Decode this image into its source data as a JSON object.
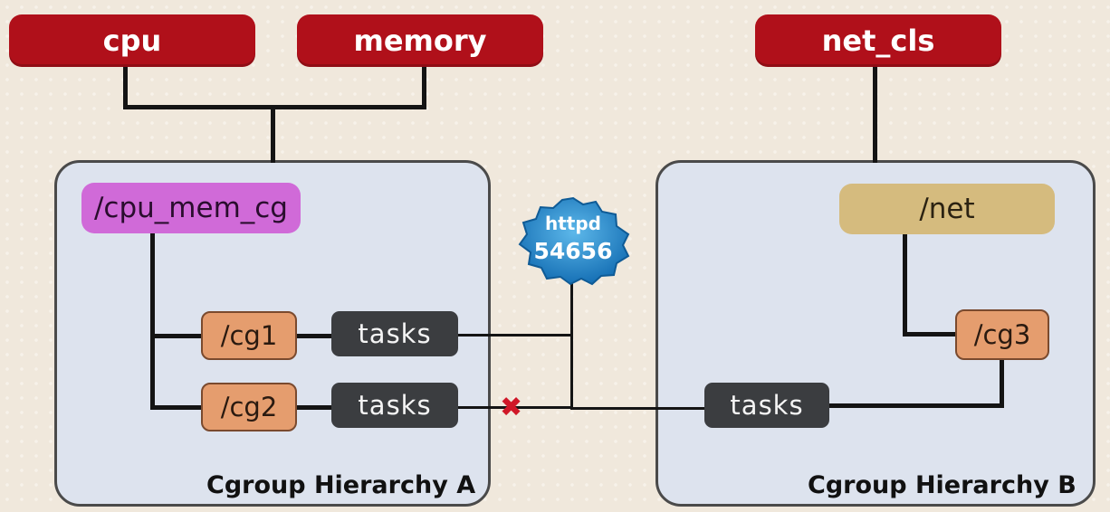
{
  "subsystems": {
    "cpu": "cpu",
    "memory": "memory",
    "net_cls": "net_cls"
  },
  "hierarchy_a": {
    "title": "Cgroup Hierarchy A",
    "root": "/cpu_mem_cg",
    "children": [
      {
        "name": "/cg1",
        "tasks_label": "tasks"
      },
      {
        "name": "/cg2",
        "tasks_label": "tasks"
      }
    ]
  },
  "hierarchy_b": {
    "title": "Cgroup Hierarchy B",
    "root": "/net",
    "child": {
      "name": "/cg3",
      "tasks_label": "tasks"
    }
  },
  "process": {
    "name": "httpd",
    "pid": "54656"
  },
  "blocked_marker": "✖",
  "colors": {
    "subsystem": "#b0101a",
    "root_a": "#d06ad8",
    "root_b": "#d5bb7e",
    "cgroup": "#e59d6e",
    "tasks": "#3b3d40",
    "hierarchy_bg": "#dde3ee",
    "process_badge": "#1f88c8",
    "blocked": "#d01828"
  }
}
